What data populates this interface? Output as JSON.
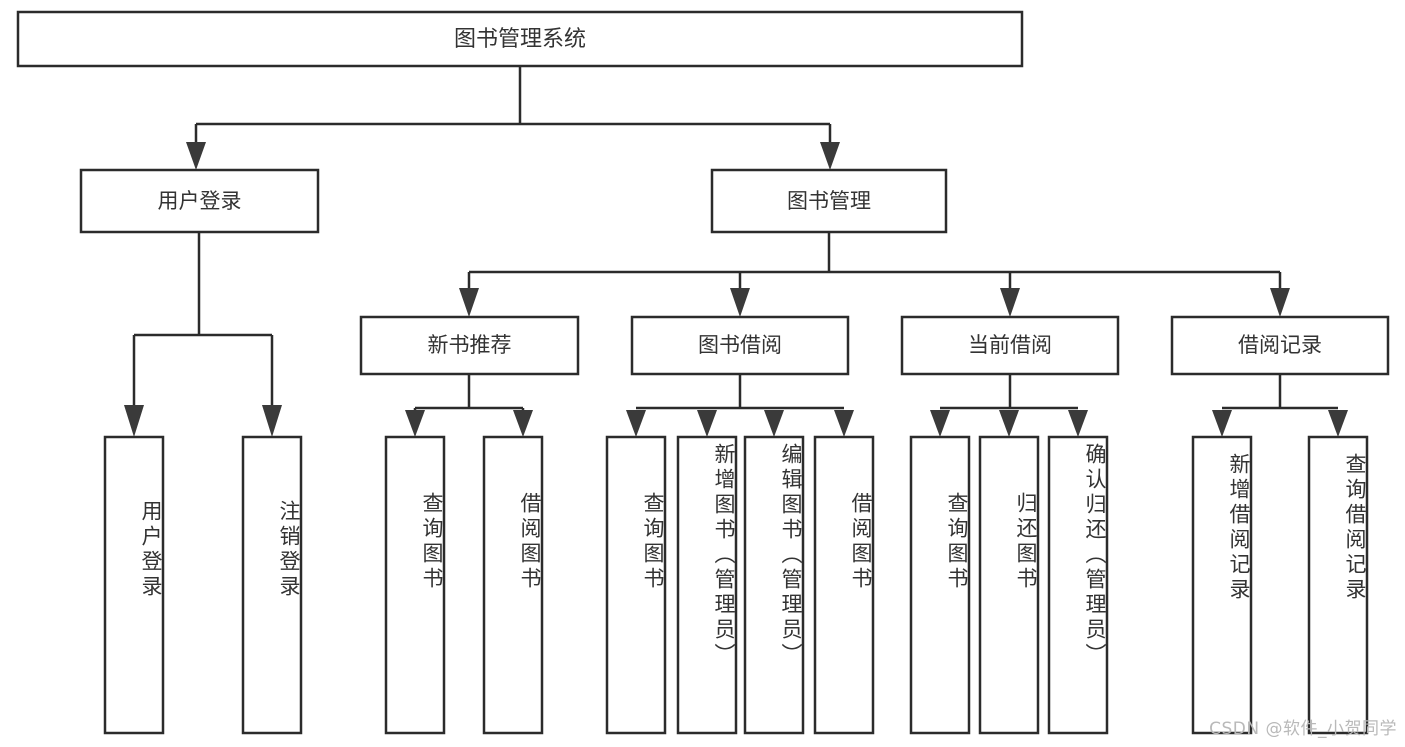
{
  "diagram": {
    "title": "图书管理系统",
    "type": "tree-hierarchy",
    "colors": {
      "box_stroke": "#2b2b2b",
      "box_fill": "#ffffff",
      "text": "#333333",
      "arrow": "#3a3a3a",
      "background": "#ffffff",
      "watermark": "#b9b9b9"
    },
    "root": {
      "label": "图书管理系统"
    },
    "level2": [
      {
        "label": "用户登录"
      },
      {
        "label": "图书管理"
      }
    ],
    "level3": [
      {
        "label": "新书推荐"
      },
      {
        "label": "图书借阅"
      },
      {
        "label": "当前借阅"
      },
      {
        "label": "借阅记录"
      }
    ],
    "leaves": {
      "user_login": [
        {
          "label": "用户登录"
        },
        {
          "label": "注销登录"
        }
      ],
      "new_book_recommend": [
        {
          "label": "查询图书"
        },
        {
          "label": "借阅图书"
        }
      ],
      "book_borrow": [
        {
          "label": "查询图书"
        },
        {
          "label": "新增图书（管理员）"
        },
        {
          "label": "编辑图书（管理员）"
        },
        {
          "label": "借阅图书"
        }
      ],
      "current_borrow": [
        {
          "label": "查询图书"
        },
        {
          "label": "归还图书"
        },
        {
          "label": "确认归还（管理员）"
        }
      ],
      "borrow_record": [
        {
          "label": "新增借阅记录"
        },
        {
          "label": "查询借阅记录"
        }
      ]
    }
  },
  "watermark": {
    "text": "CSDN @软件_小贺同学"
  }
}
